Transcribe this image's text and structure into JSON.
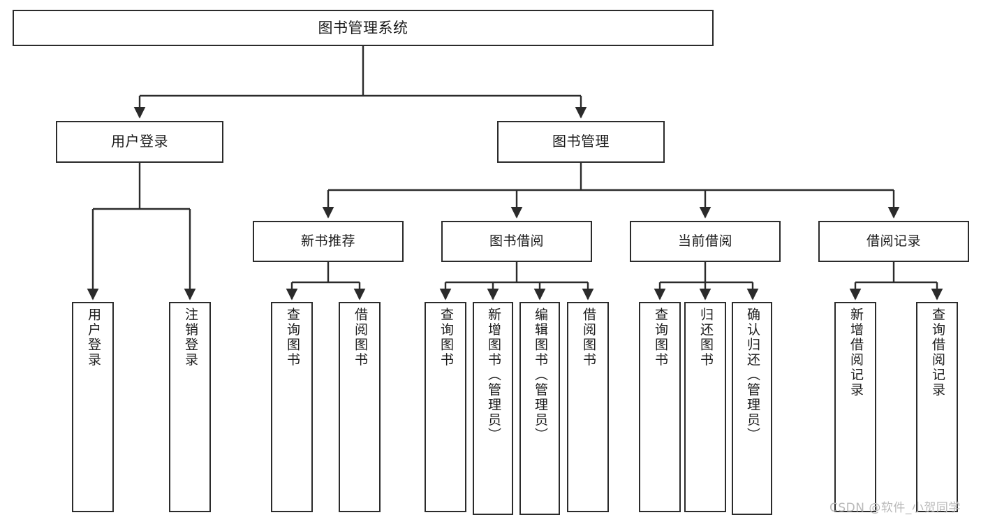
{
  "diagram": {
    "title": "图书管理系统",
    "watermark": "CSDN @软件_小贺同学",
    "colors": {
      "stroke": "#2b2b2b",
      "fill": "#ffffff",
      "text": "#1b1b1b",
      "watermark": "#b9b9b9"
    },
    "root": {
      "label": "图书管理系统"
    },
    "level2": [
      {
        "id": "user-login",
        "label": "用户登录"
      },
      {
        "id": "book-management",
        "label": "图书管理"
      }
    ],
    "level3": [
      {
        "id": "new-book-recommend",
        "label": "新书推荐"
      },
      {
        "id": "book-borrow",
        "label": "图书借阅"
      },
      {
        "id": "current-borrow",
        "label": "当前借阅"
      },
      {
        "id": "borrow-record",
        "label": "借阅记录"
      }
    ],
    "leaves": [
      {
        "id": "leaf-user-login",
        "parent": "user-login",
        "label": "用户登录"
      },
      {
        "id": "leaf-logout",
        "parent": "user-login",
        "label": "注销登录"
      },
      {
        "id": "leaf-query-book-1",
        "parent": "new-book-recommend",
        "label": "查询图书"
      },
      {
        "id": "leaf-borrow-book-1",
        "parent": "new-book-recommend",
        "label": "借阅图书"
      },
      {
        "id": "leaf-query-book-2",
        "parent": "book-borrow",
        "label": "查询图书"
      },
      {
        "id": "leaf-add-book",
        "parent": "book-borrow",
        "label": "新增图书（管理员）"
      },
      {
        "id": "leaf-edit-book",
        "parent": "book-borrow",
        "label": "编辑图书（管理员）"
      },
      {
        "id": "leaf-borrow-book-2",
        "parent": "book-borrow",
        "label": "借阅图书"
      },
      {
        "id": "leaf-query-book-3",
        "parent": "current-borrow",
        "label": "查询图书"
      },
      {
        "id": "leaf-return-book",
        "parent": "current-borrow",
        "label": "归还图书"
      },
      {
        "id": "leaf-confirm-return",
        "parent": "current-borrow",
        "label": "确认归还（管理员）"
      },
      {
        "id": "leaf-add-record",
        "parent": "borrow-record",
        "label": "新增借阅记录"
      },
      {
        "id": "leaf-query-record",
        "parent": "borrow-record",
        "label": "查询借阅记录"
      }
    ]
  }
}
